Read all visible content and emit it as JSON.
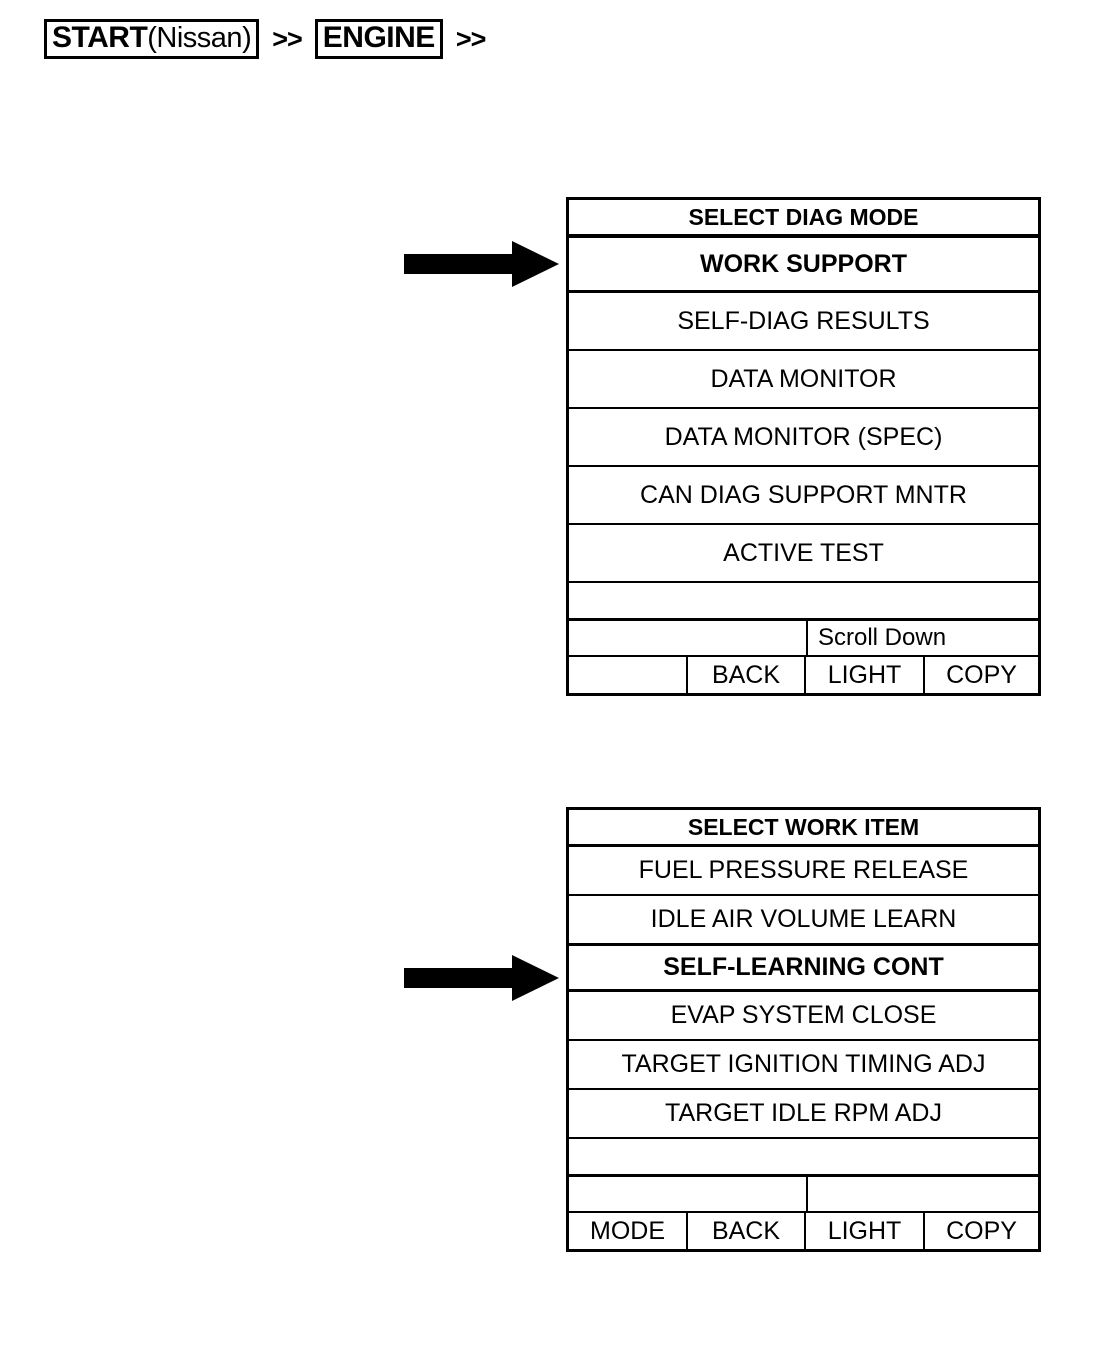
{
  "breadcrumb": {
    "items": [
      {
        "boxed_strong": "START",
        "boxed_normal": "(Nissan)",
        "separator": ">>"
      },
      {
        "boxed_strong": "ENGINE",
        "boxed_normal": "",
        "separator": ">>"
      }
    ],
    "sep1": ">>",
    "sep2": ">>"
  },
  "panels": [
    {
      "id": "select-diag-mode",
      "header": "SELECT DIAG MODE",
      "items": [
        {
          "label": "WORK SUPPORT",
          "selected": true
        },
        {
          "label": "SELF-DIAG RESULTS",
          "selected": false
        },
        {
          "label": "DATA MONITOR",
          "selected": false
        },
        {
          "label": "DATA MONITOR (SPEC)",
          "selected": false
        },
        {
          "label": "CAN DIAG SUPPORT MNTR",
          "selected": false
        },
        {
          "label": "ACTIVE TEST",
          "selected": false
        }
      ],
      "scroll_left": "",
      "scroll_right": "Scroll Down",
      "buttons": [
        "",
        "BACK",
        "LIGHT",
        "COPY"
      ]
    },
    {
      "id": "select-work-item",
      "header": "SELECT WORK ITEM",
      "items": [
        {
          "label": "FUEL PRESSURE RELEASE",
          "selected": false
        },
        {
          "label": "IDLE AIR VOLUME LEARN",
          "selected": false
        },
        {
          "label": "SELF-LEARNING CONT",
          "selected": true
        },
        {
          "label": "EVAP SYSTEM CLOSE",
          "selected": false
        },
        {
          "label": "TARGET IGNITION TIMING ADJ",
          "selected": false
        },
        {
          "label": "TARGET IDLE RPM ADJ",
          "selected": false
        }
      ],
      "scroll_left": "",
      "scroll_right": "",
      "buttons": [
        "MODE",
        "BACK",
        "LIGHT",
        "COPY"
      ]
    }
  ],
  "annotations": {
    "arrow1_target": "WORK SUPPORT",
    "arrow2_target": "SELF-LEARNING CONT"
  },
  "colors": {
    "ink": "#000000",
    "paper": "#ffffff"
  }
}
